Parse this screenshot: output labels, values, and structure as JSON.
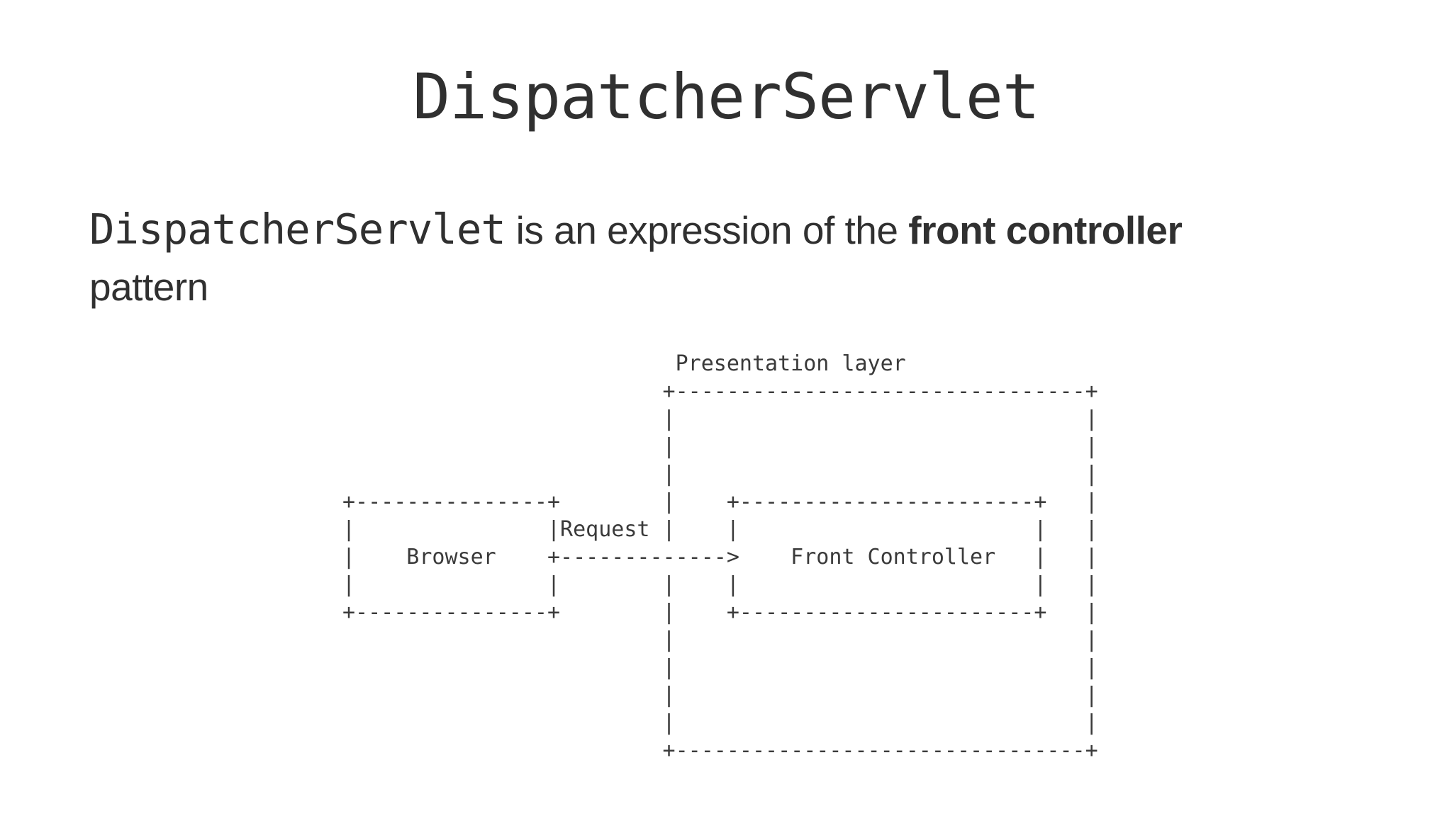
{
  "theme": {
    "bg": "#ffffff",
    "text-primary": "#303030",
    "text-diagram": "#3a3a3a"
  },
  "slide": {
    "title": "DispatcherServlet",
    "paragraph": {
      "code": "DispatcherServlet",
      "text": " is an expression of the ",
      "bold": "front controller",
      "text_line2": "pattern"
    }
  },
  "diagram": {
    "container_label": "Presentation layer",
    "node_browser": "Browser",
    "node_front_controller": "Front Controller",
    "edge_label": "Request",
    "ascii_lines": [
      "                          Presentation layer",
      "                         +--------------------------------+",
      "                         |                                |",
      "                         |                                |",
      "                         |                                |",
      "+---------------+        |    +-----------------------+   |",
      "|               |Request |    |                       |   |",
      "|    Browser    +------------->    Front Controller   |   |",
      "|               |        |    |                       |   |",
      "+---------------+        |    +-----------------------+   |",
      "                         |                                |",
      "                         |                                |",
      "                         |                                |",
      "                         |                                |",
      "                         +--------------------------------+"
    ]
  }
}
